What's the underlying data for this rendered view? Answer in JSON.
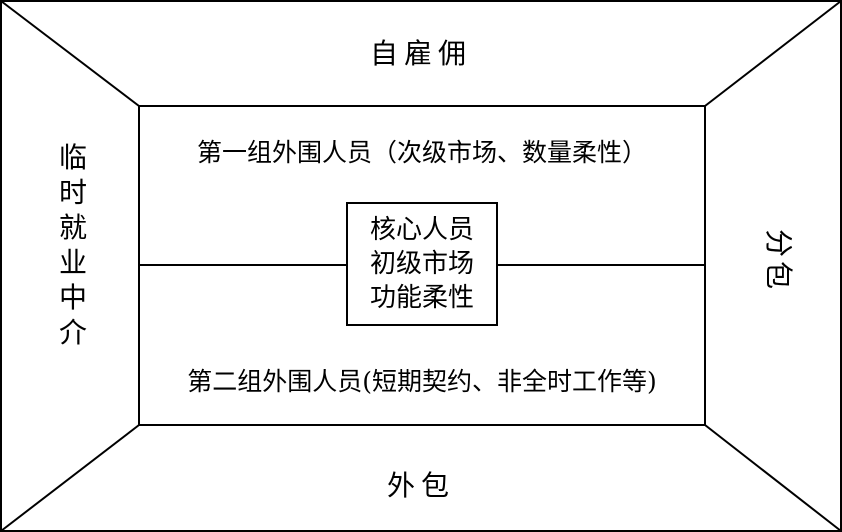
{
  "diagram": {
    "top_label": "自雇佣",
    "bottom_label": "外包",
    "left_label": "临时就业中介",
    "right_label": "分包",
    "upper_group": "第一组外围人员（次级市场、数量柔性）",
    "lower_group": "第二组外围人员(短期契约、非全时工作等)",
    "core": {
      "line1": "核心人员",
      "line2": "初级市场",
      "line3": "功能柔性"
    }
  },
  "colors": {
    "line": "#000000",
    "background": "#ffffff"
  }
}
